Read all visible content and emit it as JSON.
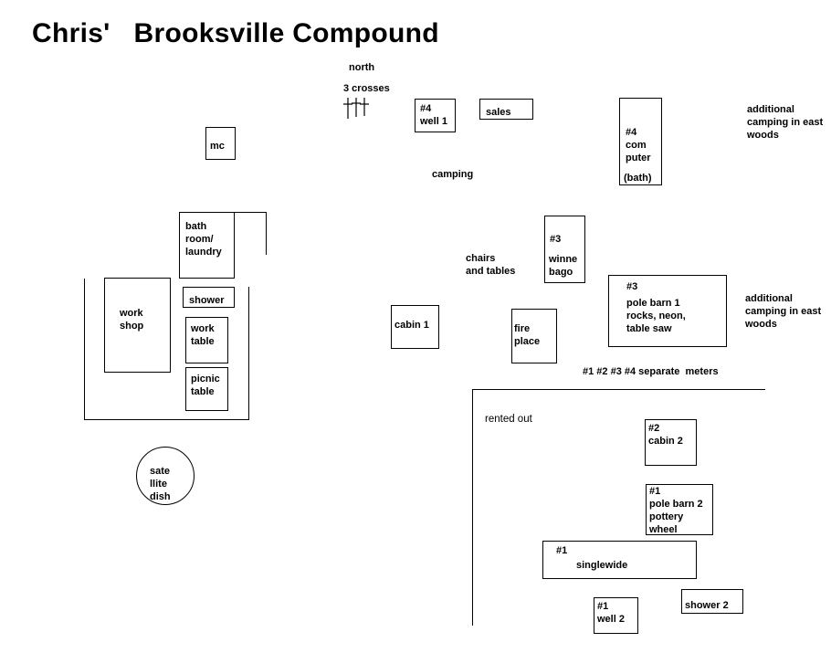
{
  "title": "Chris'   Brooksville Compound",
  "labels": {
    "north": "north",
    "crosses": "3 crosses",
    "camping": "camping",
    "chairs": "chairs\nand tables",
    "east_woods_1": "additional\ncamping in east\nwoods",
    "east_woods_2": "additional\ncamping in east\nwoods",
    "meters": "#1 #2 #3 #4 separate  meters",
    "rented_out": "rented out"
  },
  "buildings": {
    "mc": "mc",
    "well1": "#4\nwell 1",
    "sales": "sales",
    "computer_num": "#4",
    "computer": "com\nputer",
    "computer_bath": "(bath)",
    "bathroom": "bath\nroom/\nlaundry",
    "shower": "shower",
    "workshop": "work\nshop",
    "work_table": "work\ntable",
    "picnic_table": "picnic\ntable",
    "satellite_dish": "sate\nllite\ndish",
    "winnebago_num": "#3",
    "winnebago": "winne\nbago",
    "cabin1": "cabin 1",
    "fireplace": "fire\nplace",
    "pole_barn1_num": "#3",
    "pole_barn1": "pole barn 1\nrocks, neon,\ntable saw",
    "cabin2": "#2\ncabin 2",
    "pole_barn2": "#1\npole barn 2\npottery\nwheel",
    "singlewide_num": "#1",
    "singlewide": "singlewide",
    "well2": "#1\nwell 2",
    "shower2": "shower 2"
  }
}
